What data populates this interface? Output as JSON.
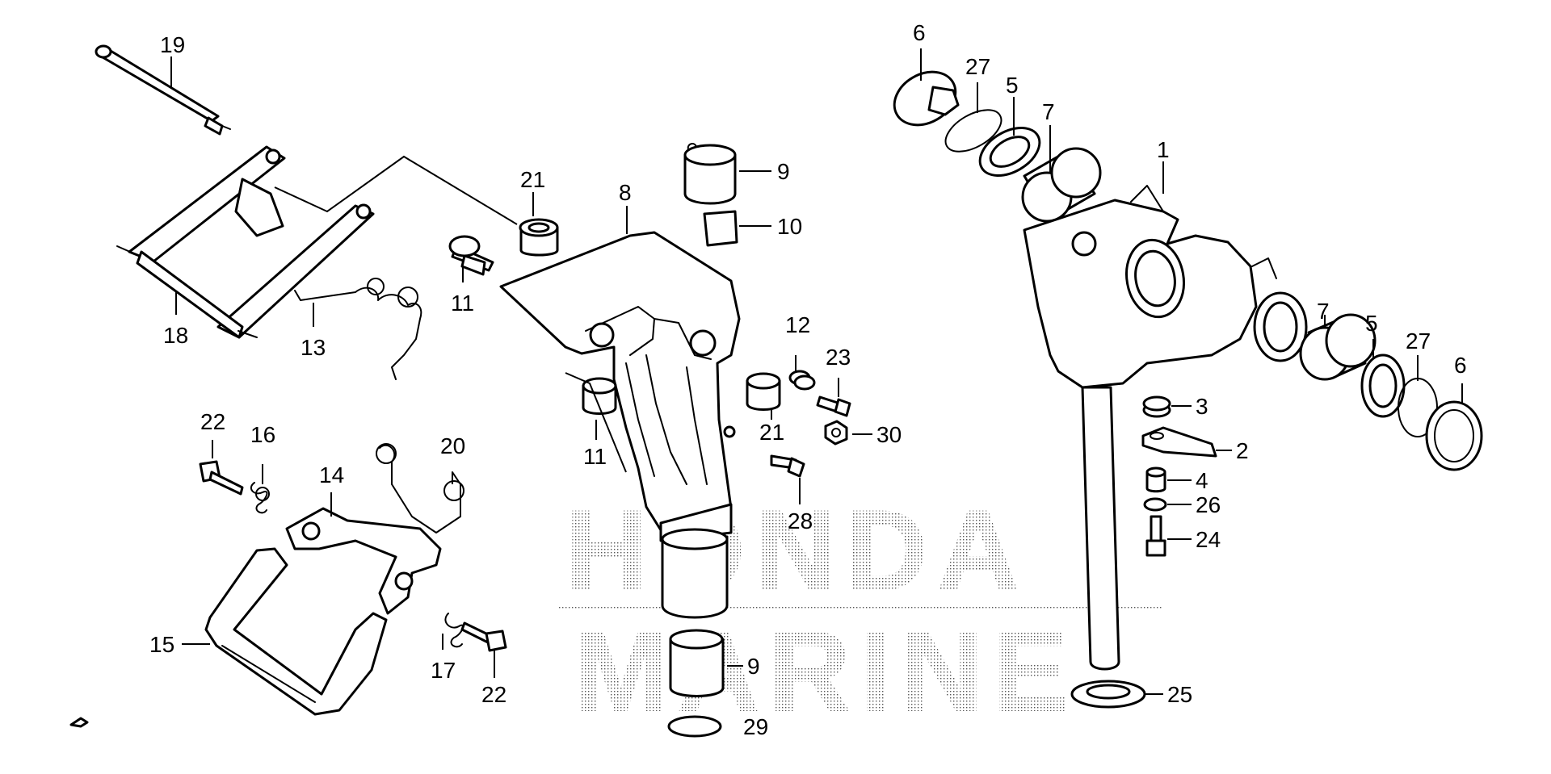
{
  "watermark": {
    "line1": "HONDA",
    "line2": "MARINE"
  },
  "callouts": {
    "c1": "1",
    "c2": "2",
    "c3": "3",
    "c4": "4",
    "c5a": "5",
    "c5b": "5",
    "c6a": "6",
    "c6b": "6",
    "c7a": "7",
    "c7b": "7",
    "c8": "8",
    "c9a": "9",
    "c9b": "9",
    "c10": "10",
    "c11a": "11",
    "c11b": "11",
    "c12": "12",
    "c13": "13",
    "c14": "14",
    "c15": "15",
    "c16": "16",
    "c17": "17",
    "c18": "18",
    "c19": "19",
    "c20": "20",
    "c21a": "21",
    "c21b": "21",
    "c22a": "22",
    "c22b": "22",
    "c23": "23",
    "c24": "24",
    "c25": "25",
    "c26": "26",
    "c27a": "27",
    "c27b": "27",
    "c28": "28",
    "c29": "29",
    "c30": "30"
  }
}
